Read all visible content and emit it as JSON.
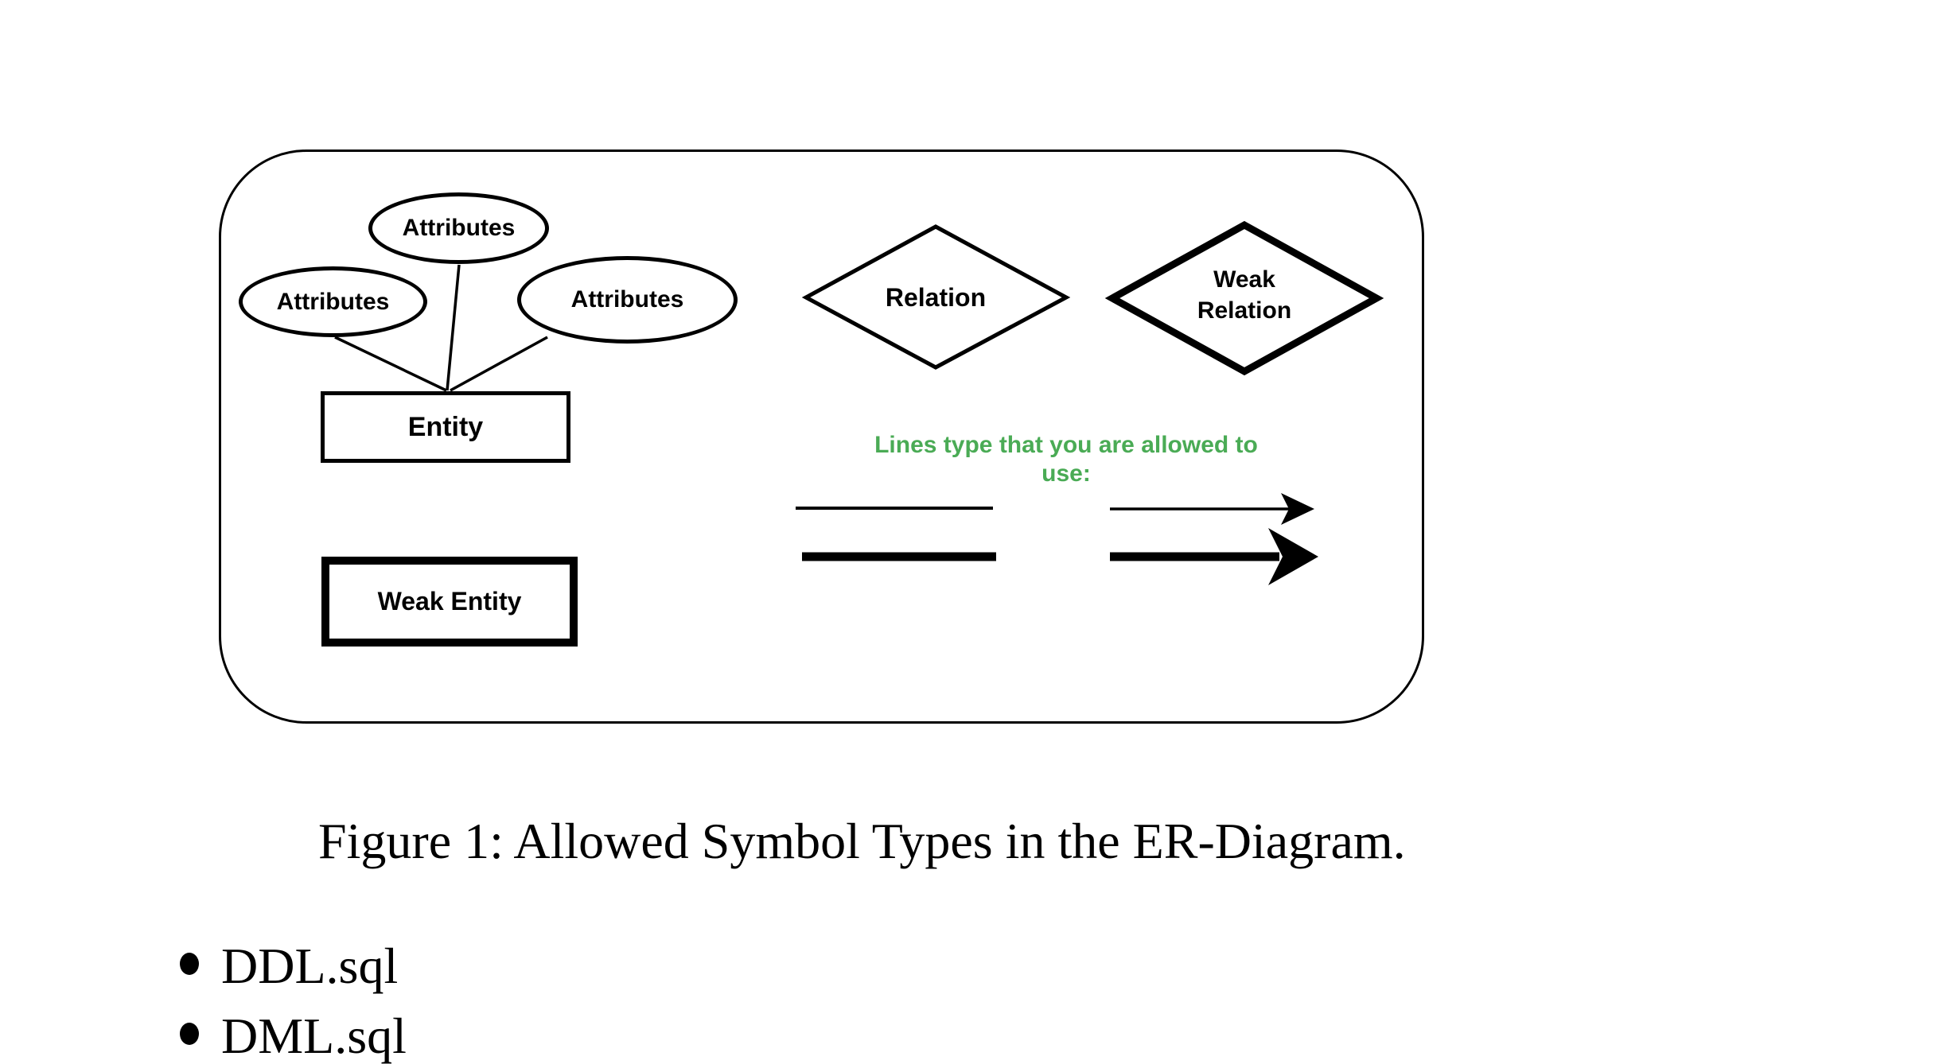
{
  "figure": {
    "attributes": [
      "Attributes",
      "Attributes",
      "Attributes"
    ],
    "entity": "Entity",
    "weak_entity": "Weak Entity",
    "relation": "Relation",
    "weak_relation_lines": [
      "Weak",
      "Relation"
    ],
    "lines_heading": "Lines type that you are allowed to use:",
    "line_samples": [
      "thin-line",
      "thin-arrow",
      "thick-line",
      "thick-arrow"
    ],
    "colors": {
      "ink": "#000000",
      "heading_green": "#4aab55",
      "background": "#ffffff"
    }
  },
  "caption": {
    "text": "Figure 1: Allowed Symbol Types in the ER-Diagram."
  },
  "bullets": [
    "DDL.sql",
    "DML.sql"
  ]
}
